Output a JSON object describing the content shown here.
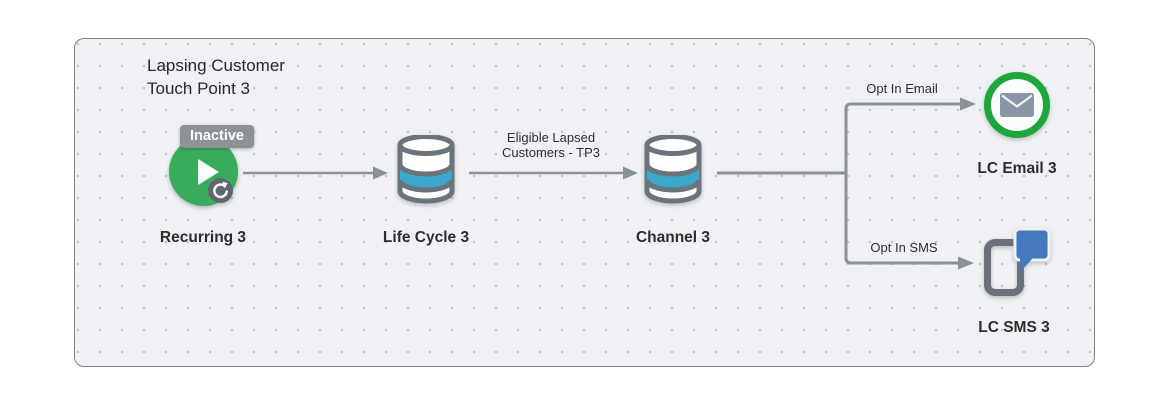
{
  "canvas": {
    "title": "Lapsing Customer Touch Point 3"
  },
  "nodes": [
    {
      "id": "recurring-3",
      "label": "Recurring 3",
      "badge": "Inactive",
      "type": "recurring-delivery"
    },
    {
      "id": "life-cycle-3",
      "label": "Life Cycle 3",
      "type": "query"
    },
    {
      "id": "channel-3",
      "label": "Channel 3",
      "type": "query"
    },
    {
      "id": "lc-email-3",
      "label": "LC Email 3",
      "type": "email-delivery"
    },
    {
      "id": "lc-sms-3",
      "label": "LC SMS 3",
      "type": "sms-delivery"
    }
  ],
  "edges": [
    {
      "from": "Recurring 3",
      "to": "Life Cycle 3",
      "label": ""
    },
    {
      "from": "Life Cycle 3",
      "to": "Channel 3",
      "label": "Eligible Lapsed Customers - TP3"
    },
    {
      "from": "Channel 3",
      "to": "LC Email 3",
      "label": "Opt In Email"
    },
    {
      "from": "Channel 3",
      "to": "LC SMS 3",
      "label": "Opt In SMS"
    }
  ],
  "icons": {
    "recurring": "play-circle-with-recur-arrow-icon",
    "query": "database-cylinder-icon",
    "email": "envelope-in-green-ring-icon",
    "sms": "phone-with-chat-bubble-icon"
  },
  "colors": {
    "canvas_bg": "#eff1f4",
    "canvas_border": "#7d848b",
    "grid_dot": "#bdc3ca",
    "edge_gray": "#8a9197",
    "recurring_green": "#39ab5c",
    "ring_green": "#1ea63c",
    "db_stroke": "#6b747b",
    "db_blue": "#3ba7cb",
    "badge_bg": "#8f9295",
    "phone_gray": "#6a7279",
    "bubble_blue": "#4678bd",
    "envelope_gray": "#8a95a5",
    "text": "#2d2d2d"
  }
}
